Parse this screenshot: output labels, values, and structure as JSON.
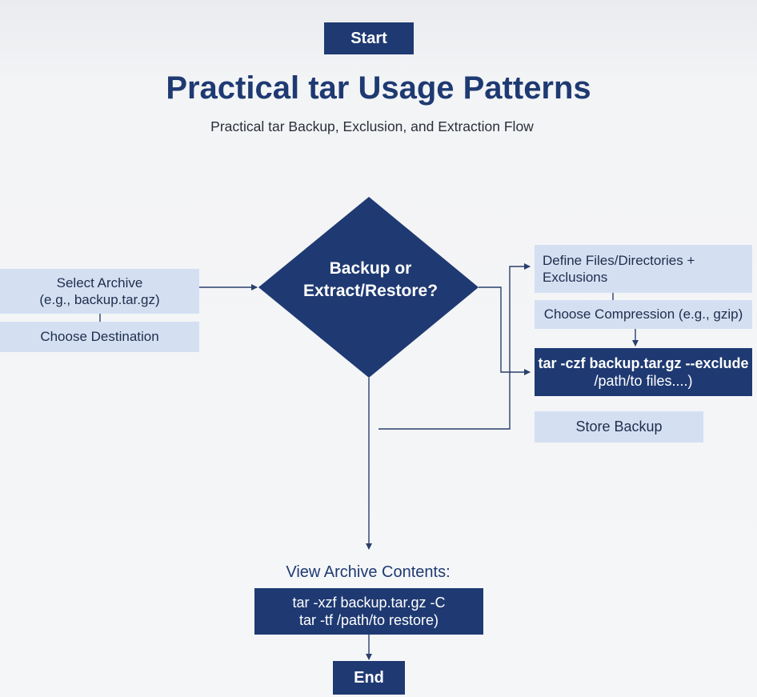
{
  "diagram": {
    "start": "Start",
    "title": "Practical tar Usage Patterns",
    "subtitle": "Practical tar Backup, Exclusion, and Extraction Flow",
    "decision": {
      "line1": "Backup or",
      "line2": "Extract/Restore?"
    },
    "select_archive": {
      "line1": "Select Archive",
      "line2": "(e.g., backup.tar.gz)"
    },
    "choose_destination": "Choose Destination",
    "define_files": {
      "line1": "Define Files/Directories +",
      "line2": "Exclusions"
    },
    "choose_compression": "Choose Compression (e.g., gzip)",
    "backup_command": {
      "line1": "tar -czf backup.tar.gz --exclude",
      "line2": "/path/to files....)"
    },
    "store_backup": "Store Backup",
    "view_archive": "View Archive Contents:",
    "extract_command": {
      "line1": "tar -xzf backup.tar.gz -C",
      "line2": "tar -tf /path/to restore)"
    },
    "end": "End"
  },
  "colors": {
    "dark_blue": "#1f3a72",
    "light_blue": "#d4e0f2",
    "connector": "#2b3f6c"
  }
}
